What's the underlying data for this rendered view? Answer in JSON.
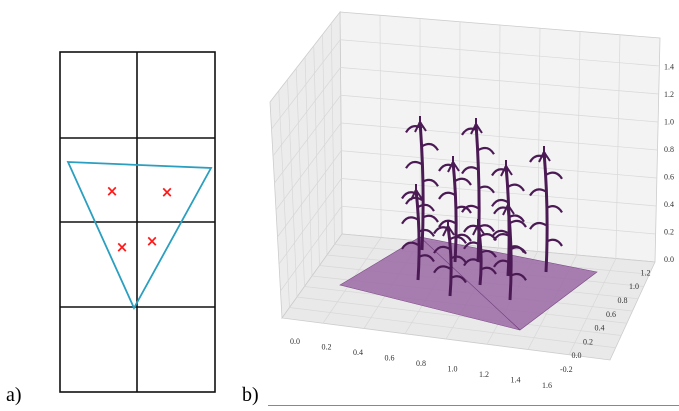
{
  "figure": {
    "panel_a_label": "a)",
    "panel_b_label": "b)"
  },
  "panel_a": {
    "grid_cols": 2,
    "grid_rows": 4,
    "triangle_color": "#2a9fc0",
    "marker_color": "#ff1a1a",
    "marker_symbol": "×"
  },
  "panel_b": {
    "plant_color": "#4b1a55",
    "plane_color": "#9b6aa6",
    "x_ticks": [
      "0.0",
      "0.2",
      "0.4",
      "0.6",
      "0.8",
      "1.0",
      "1.2",
      "1.4",
      "1.6"
    ],
    "y_ticks": [
      "-0.2",
      "0.0",
      "0.2",
      "0.4",
      "0.6",
      "0.8",
      "1.0",
      "1.2"
    ],
    "z_ticks": [
      "0.0",
      "0.2",
      "0.4",
      "0.6",
      "0.8",
      "1.0",
      "1.2",
      "1.4"
    ],
    "plant_count": 9
  }
}
